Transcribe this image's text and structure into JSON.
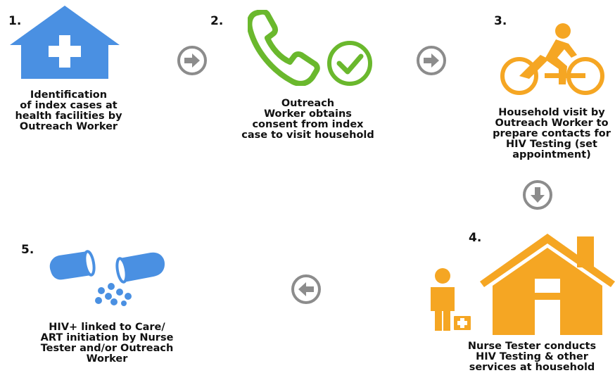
{
  "colors": {
    "blue": "#4a90e2",
    "green": "#6ab82d",
    "orange": "#f5a623",
    "arrow_gray": "#8c8c8c"
  },
  "steps": [
    {
      "number": "1.",
      "icon": "hospital-icon",
      "caption": "Identification\nof index cases at\nhealth facilities by\nOutreach Worker"
    },
    {
      "number": "2.",
      "icon": "phone-check-icon",
      "caption": "Outreach\nWorker obtains\nconsent from index\ncase to visit household"
    },
    {
      "number": "3.",
      "icon": "cyclist-icon",
      "caption": "Household visit by\nOutreach Worker to\nprepare contacts for\nHIV Testing (set\nappointment)"
    },
    {
      "number": "4.",
      "icon": "house-nurse-icon",
      "caption": "Nurse Tester conducts\nHIV Testing & other\nservices at household"
    },
    {
      "number": "5.",
      "icon": "capsule-icon",
      "caption": "HIV+ linked to Care/\nART initiation by Nurse\nTester and/or Outreach\nWorker"
    }
  ],
  "arrows": [
    "right",
    "right",
    "down",
    "left"
  ]
}
